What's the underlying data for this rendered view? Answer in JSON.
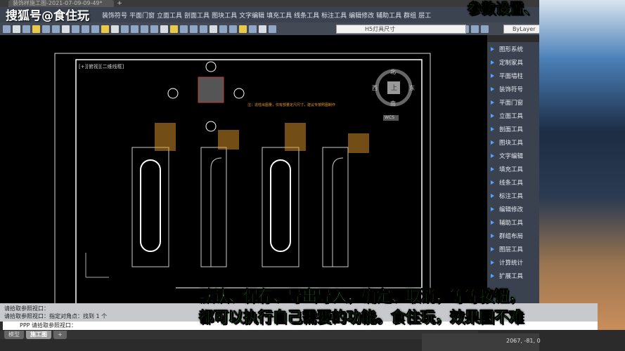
{
  "window": {
    "doc_tab": "装饰样施工图-2021-07-09-09-49*",
    "new_tab": "+"
  },
  "watermark": "搜狐号@食住玩",
  "menubar": [
    "装饰符号",
    "平面门窗",
    "立面工具",
    "剖面工具",
    "图块工具",
    "文字编辑",
    "填充工具",
    "线条工具",
    "标注工具",
    "编辑修改",
    "辅助工具",
    "群组",
    "层工"
  ],
  "toolbar": {
    "layer": "H5灯具尺寸",
    "linetype": "ByLayer"
  },
  "viewport": {
    "label": "[+][俯视][二维线框]",
    "compass": {
      "north": "北",
      "south": "南",
      "east": "东",
      "west": "西",
      "top": "上",
      "wcs": "WCS"
    },
    "note": "注：造柱出图量，仅有部量定尺尺寸，建议专按照图制作"
  },
  "panel": [
    "图形系统",
    "定制家具",
    "平面墙柱",
    "装饰符号",
    "平面门窗",
    "立面工具",
    "剖面工具",
    "图块工具",
    "文字编辑",
    "填充工具",
    "线条工具",
    "标注工具",
    "编辑修改",
    "辅助工具",
    "群组布局",
    "图层工具",
    "计算统计",
    "扩展工具"
  ],
  "command": {
    "history": [
      "请拾取参照视口：",
      "请拾取参照视口：指定对角点：找到 1 个"
    ],
    "prompt": "PPP 请拾取参照视口："
  },
  "layout_tabs": [
    "模型",
    "施工图",
    "+"
  ],
  "status": {
    "coords": "2067, -81, 0"
  },
  "subtitles": {
    "top": "参数设置、",
    "line1": "默认、保存、导出导入，确定、取消，等等按钮，",
    "line2": "都可以执行自己需要的功能。食住玩，效果图不难"
  }
}
